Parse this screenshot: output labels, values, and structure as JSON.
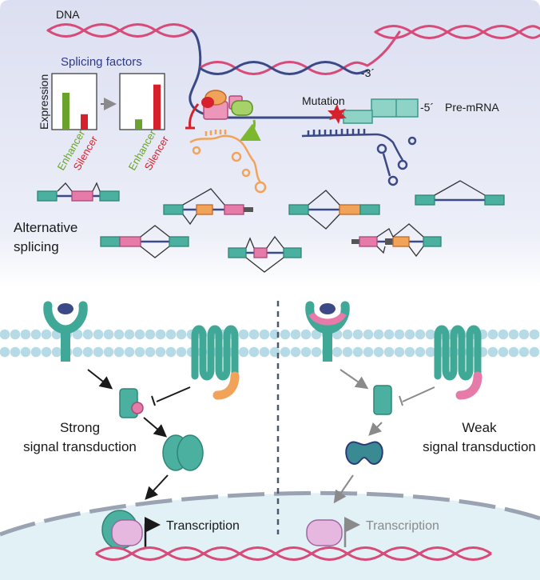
{
  "labels": {
    "dna": "DNA",
    "three_prime": "-3´",
    "five_prime": "-5´",
    "pre_mrna": "Pre-mRNA",
    "mutation": "Mutation",
    "splicing_factors": "Splicing factors",
    "expression": "Expression",
    "enhancer": "Enhancer",
    "silencer": "Silencer",
    "alt_splicing_line1": "Alternative",
    "alt_splicing_line2": "splicing",
    "strong_line1": "Strong",
    "strong_line2": "signal transduction",
    "weak_line1": "Weak",
    "weak_line2": "signal transduction",
    "transcription": "Transcription"
  },
  "chart_data": [
    {
      "type": "bar",
      "categories": [
        "Enhancer",
        "Silencer"
      ],
      "values": [
        0.72,
        0.3
      ],
      "ylabel": "Expression",
      "colors": [
        "#6aa32b",
        "#d6202b"
      ]
    },
    {
      "type": "bar",
      "categories": [
        "Enhancer",
        "Silencer"
      ],
      "values": [
        0.2,
        0.88
      ],
      "ylabel": "",
      "colors": [
        "#6aa32b",
        "#d6202b"
      ]
    }
  ],
  "colors": {
    "teal": "#4bb0a0",
    "pink": "#e67aa8",
    "orange": "#f2a35a",
    "green": "#7cb82e",
    "red": "#d6202b",
    "navy": "#3b4a86",
    "dna": "#d84a78",
    "top_bg": "#e4e6f4"
  }
}
